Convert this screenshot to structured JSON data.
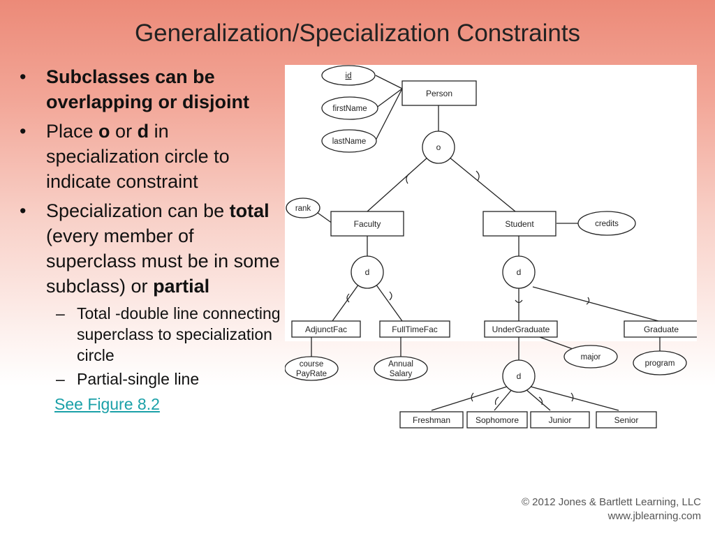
{
  "slide": {
    "title": "Generalization/Specialization Constraints",
    "bullets": {
      "b1": {
        "bold": "Subclasses can be overlapping or disjoint"
      },
      "b2": {
        "t1": "Place ",
        "b_o": "o",
        "t2": " or ",
        "b_d": "d",
        "t3": " in specialization circle to indicate constraint"
      },
      "b3": {
        "t1": "Specialization can be ",
        "b_total": "total",
        "t2": " (every member of superclass must be in some subclass) or ",
        "b_partial": "partial"
      },
      "sub1": "Total -double line connecting superclass to specialization circle",
      "sub2": "Partial-single line",
      "link": "See Figure 8.2"
    },
    "bullet_char": "•",
    "dash_char": "–"
  },
  "diagram": {
    "entities": {
      "person": "Person",
      "faculty": "Faculty",
      "student": "Student",
      "adjunctfac": "AdjunctFac",
      "fulltimefac": "FullTimeFac",
      "undergraduate": "UnderGraduate",
      "graduate": "Graduate",
      "freshman": "Freshman",
      "sophomore": "Sophomore",
      "junior": "Junior",
      "senior": "Senior"
    },
    "attributes": {
      "id": "id",
      "firstname": "firstName",
      "lastname": "lastName",
      "rank": "rank",
      "credits": "credits",
      "course_payrate_1": "course",
      "course_payrate_2": "PayRate",
      "annual_salary_1": "Annual",
      "annual_salary_2": "Salary",
      "major": "major",
      "program": "program"
    },
    "circles": {
      "person_spec": "o",
      "faculty_spec": "d",
      "student_spec": "d",
      "undergrad_spec": "d"
    }
  },
  "footer": {
    "copyright": "© 2012 Jones & Bartlett Learning, LLC",
    "website": "www.jblearning.com"
  },
  "colors": {
    "title": "#222222",
    "link": "#1aa0a8",
    "header_gradient_top": "#ec8a78"
  }
}
